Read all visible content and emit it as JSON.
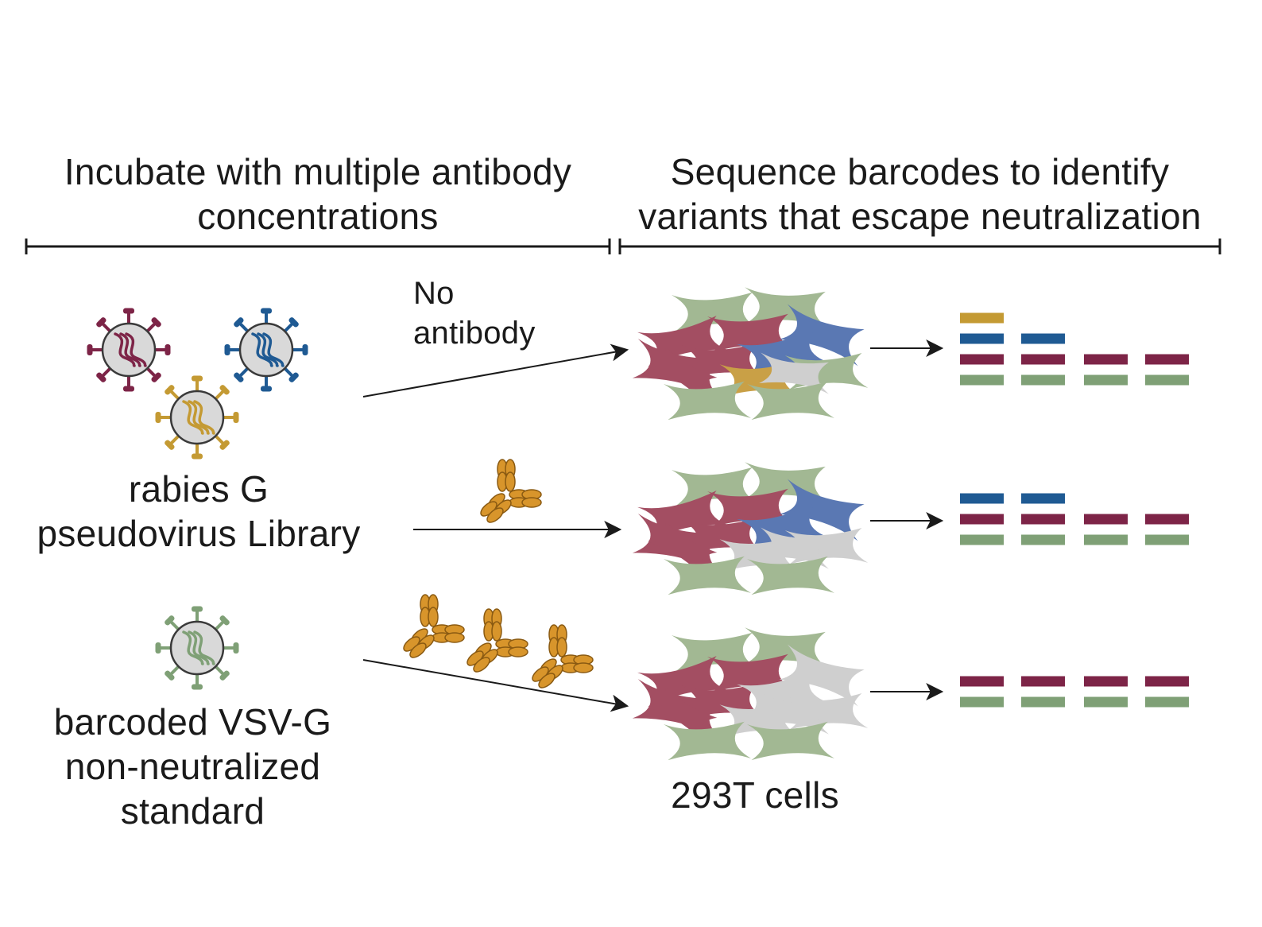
{
  "headers": {
    "left": [
      "Incubate with multiple antibody",
      "concentrations"
    ],
    "right": [
      "Sequence barcodes to identify",
      "variants that escape neutralization"
    ]
  },
  "labels": {
    "library": [
      "rabies G",
      "pseudovirus Library"
    ],
    "standard": [
      "barcoded VSV-G",
      "non-neutralized",
      "standard"
    ],
    "no_antibody": [
      "No",
      "antibody"
    ],
    "cells": "293T cells"
  },
  "colors": {
    "red": "#7d2447",
    "blue": "#1f5a93",
    "gold": "#c49a33",
    "green": "#7fa076",
    "cell_red": "#a34e62",
    "cell_blue": "#5a78b3",
    "cell_gold": "#c9a046",
    "cell_green": "#a2b893",
    "cell_gray": "#cfcfcf",
    "antibody": "#d8952b",
    "virus_fill": "#d9d9d9",
    "line": "#1a1a1a"
  },
  "rows": [
    {
      "name": "no-antibody",
      "antibody_count": 0,
      "cell_colors": [
        "green",
        "green",
        "red",
        "red",
        "blue",
        "red",
        "red",
        "blue",
        "green",
        "gold",
        "red",
        "gray",
        "green",
        "green"
      ],
      "barcode_columns": [
        [
          "gold",
          "blue",
          "red",
          "green"
        ],
        [
          "blue",
          "red",
          "green"
        ],
        [
          "red",
          "green"
        ],
        [
          "red",
          "green"
        ]
      ]
    },
    {
      "name": "low-antibody",
      "antibody_count": 1,
      "cell_colors": [
        "green",
        "green",
        "red",
        "red",
        "blue",
        "red",
        "red",
        "blue",
        "gray",
        "gray",
        "red",
        "gray",
        "green",
        "green"
      ],
      "barcode_columns": [
        [
          "blue",
          "red",
          "green"
        ],
        [
          "blue",
          "red",
          "green"
        ],
        [
          "red",
          "green"
        ],
        [
          "red",
          "green"
        ]
      ]
    },
    {
      "name": "high-antibody",
      "antibody_count": 3,
      "cell_colors": [
        "green",
        "green",
        "red",
        "red",
        "gray",
        "red",
        "red",
        "gray",
        "gray",
        "gray",
        "red",
        "gray",
        "green",
        "green"
      ],
      "barcode_columns": [
        [
          "red",
          "green"
        ],
        [
          "red",
          "green"
        ],
        [
          "red",
          "green"
        ],
        [
          "red",
          "green"
        ]
      ]
    }
  ]
}
